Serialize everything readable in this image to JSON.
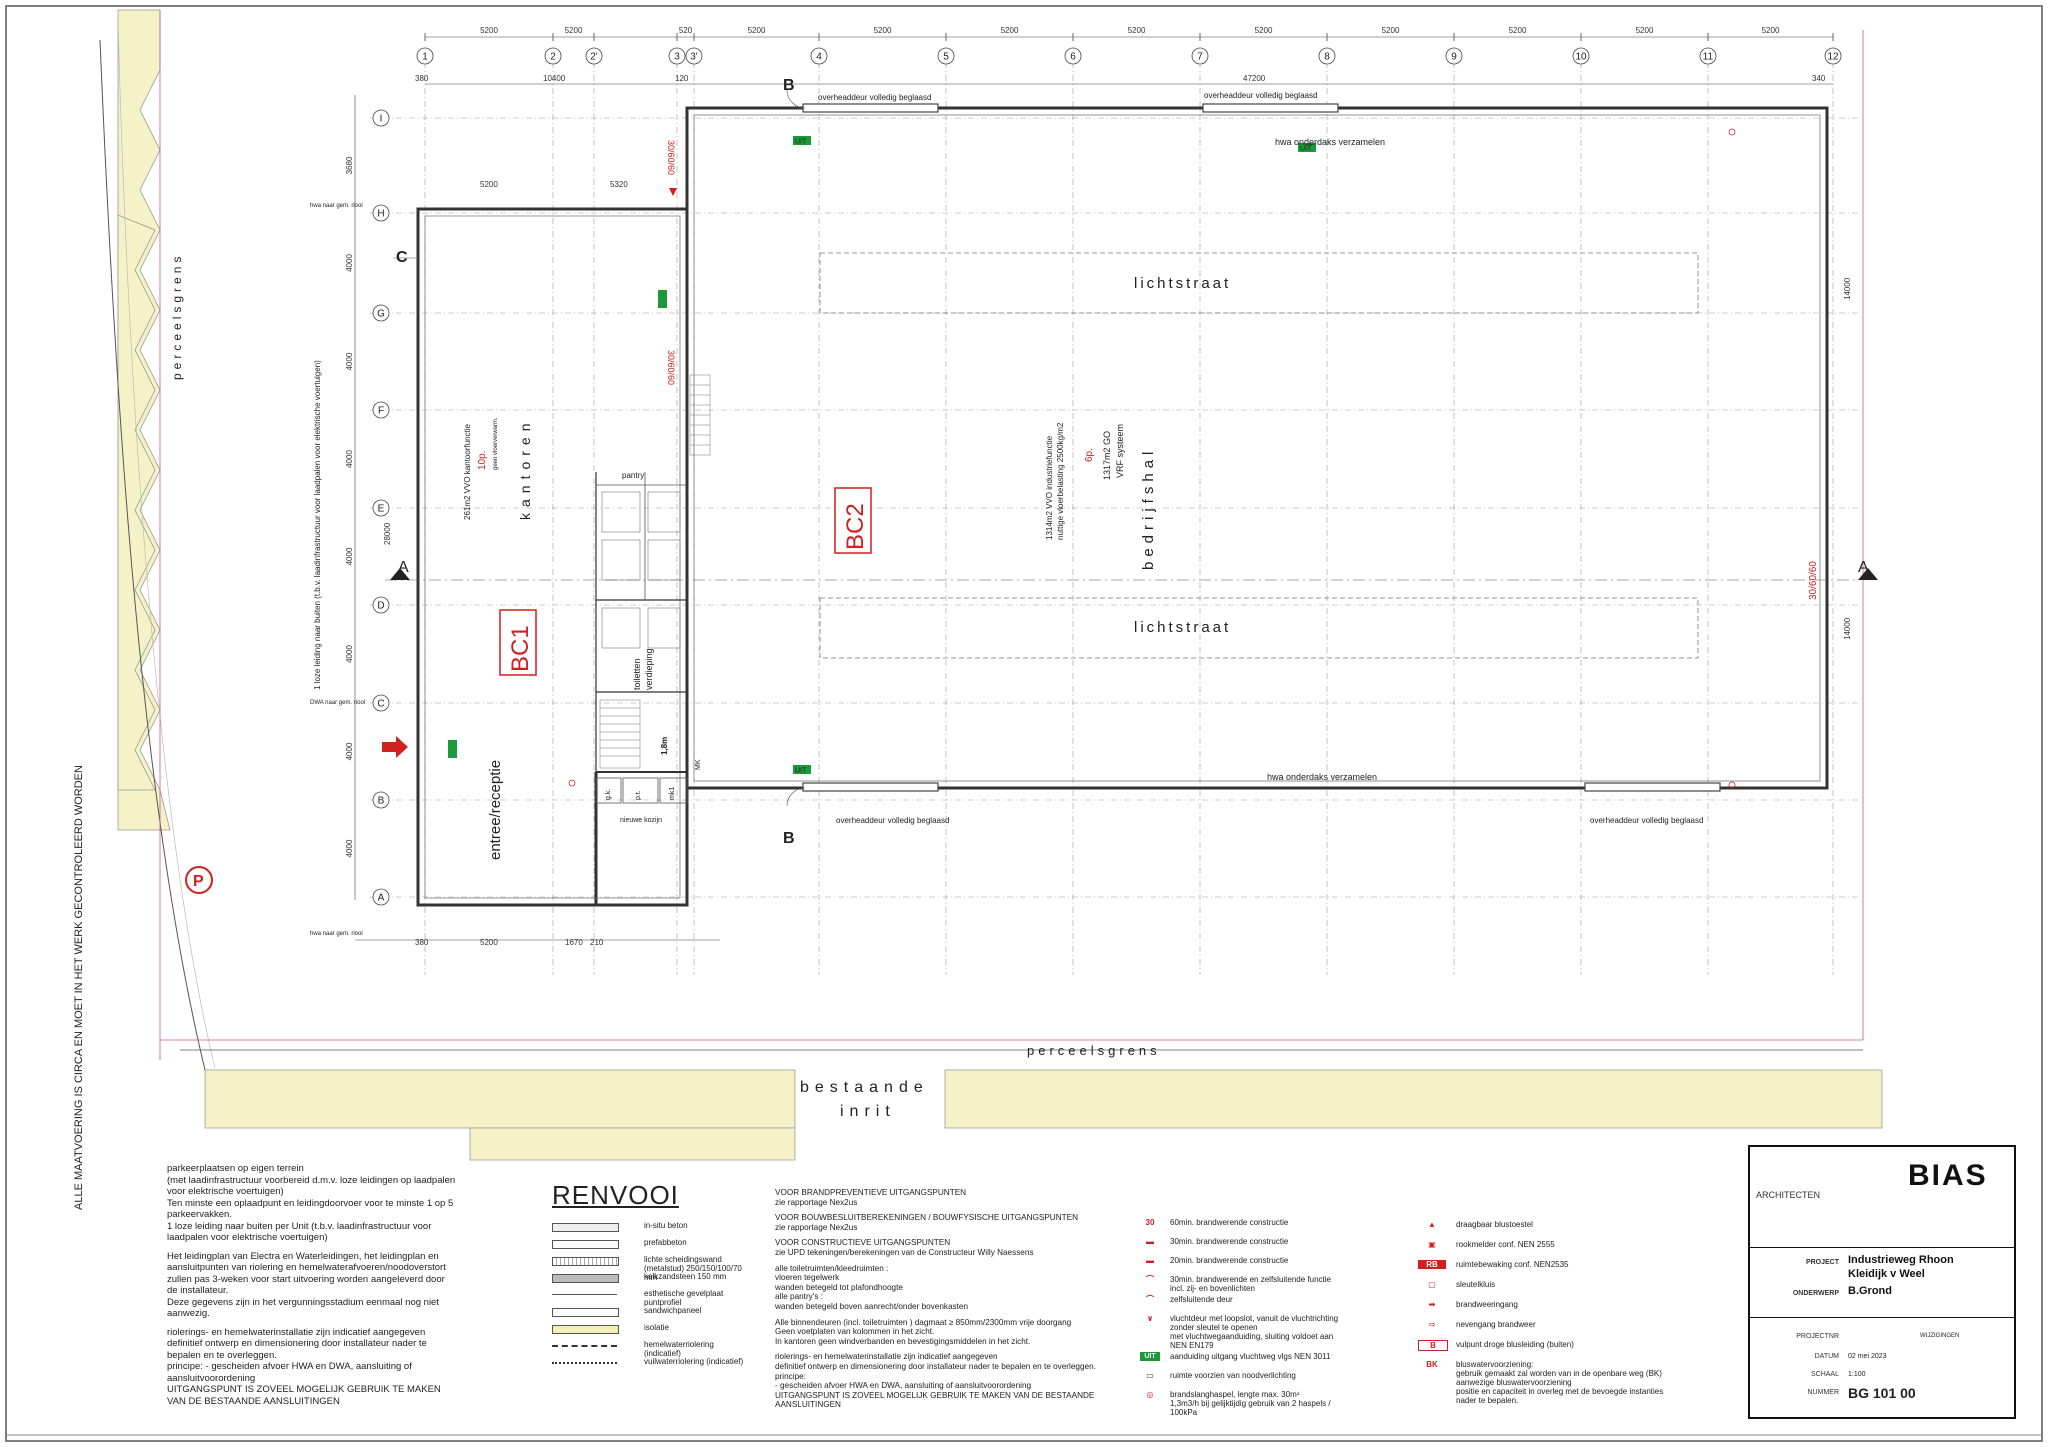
{
  "grid": {
    "columns": [
      "1",
      "2",
      "2'",
      "3",
      "3'",
      "4",
      "5",
      "6",
      "7",
      "8",
      "9",
      "10",
      "11",
      "12"
    ],
    "rows": [
      "I",
      "H",
      "G",
      "F",
      "E",
      "D",
      "C",
      "B",
      "A"
    ],
    "top_dims": [
      "5200",
      "5200",
      "520",
      "5200",
      "5200",
      "5200",
      "5200",
      "5200",
      "5200",
      "5200",
      "5200",
      "5200"
    ],
    "sub_dims": [
      "380",
      "10400",
      "120",
      "47200",
      "340"
    ],
    "left_dims": [
      "3680",
      "4000",
      "4000",
      "4000",
      "4000",
      "4000",
      "4000",
      "4000"
    ],
    "total_left": "28000",
    "office_dims": [
      "5200",
      "5320"
    ],
    "bottom_dims": [
      "380",
      "5200",
      "1670",
      "210"
    ],
    "right_dims": [
      "14000",
      "14000"
    ]
  },
  "sections": {
    "a": "A",
    "b": "B",
    "c": "C"
  },
  "labels": {
    "lichtstraat_top": "lichtstraat",
    "lichtstraat_bottom": "lichtstraat",
    "bedrijfshal": "bedrijfshal",
    "kantoren": "kantoren",
    "entree": "entree/receptie",
    "bc1": "BC1",
    "bc2": "BC2",
    "hall_info": "1314m2 VVO industriefunctie",
    "hall_load": "nuttige vloerbelasting 2500kg/m2",
    "hall_area": "1317m2 GO",
    "hall_vrf": "VRF systeem",
    "hall_people": "6p.",
    "office_info": "261m2 VVO kantoorfunctie",
    "office_people": "10p.",
    "office_go": "geen vloerverwarm.",
    "pantry": "pantry",
    "toiletten": "toiletten",
    "verdieping": "verdieping",
    "hwa_top": "hwa onderdaks verzamelen",
    "hwa_bottom": "hwa onderdaks verzamelen",
    "door_top_1": "overheaddeur volledig beglaasd",
    "door_top_2": "overheaddeur volledig beglaasd",
    "door_bottom_1": "overheaddeur volledig beglaasd",
    "door_bottom_2": "overheaddeur volledig beglaasd",
    "perceelsgrens_left": "perceelsgrens",
    "perceelsgrens_bottom": "perceelsgrens",
    "bestaande": "bestaande",
    "inrit": "inrit",
    "sixty_top": "30/60/60",
    "sixty_mid": "30/60/60",
    "sixty_right": "30/60/60",
    "uit": "UIT",
    "vertical_note": "ALLE MAATVOERING IS CIRCA EN MOET IN HET WERK GECONTROLEERD WORDEN",
    "loze_leiding": "1 loze leiding naar buiten (t.b.v. laadinfrastructuur voor laadpalen voor elektrische voertuigen)",
    "hwa_naar": "hwa naar gem. riool",
    "dwa_naar": "DWA naar gem. riool",
    "gk": "g.k.",
    "pt": "p.t.",
    "mk": "mk1",
    "nieuwe_kozijn": "nieuwe kozijn",
    "mk_label": "MK",
    "one_eight": "1,8m"
  },
  "notes": [
    "parkeerplaatsen op eigen terrein\n(met laadinfrastructuur voorbereid d.m.v. loze leidingen op laadpalen voor elektrische voertuigen)\nTen minste een oplaadpunt en leidingdoorvoer voor te minste 1 op 5 parkeervakken.\n1 loze leiding naar buiten per Unit (t.b.v. laadinfrastructuur voor laadpalen voor elektrische voertuigen)",
    "Het leidingplan van Electra en Waterleidingen, het leidingplan en aansluitpunten van riolering en hemelwaterafvoeren/noodoverstort zullen pas 3-weken voor start uitvoering worden aangeleverd door de installateur.\nDeze gegevens zijn in het vergunningsstadium eenmaal nog niet aanwezig.",
    "riolerings- en hemelwaterinstallatie zijn indicatief aangegeven\ndefinitief ontwerp en dimensionering door installateur nader te bepalen en te overleggen.\nprincipe: - gescheiden afvoer HWA en DWA, aansluiting of aansluitvoorordening\nUITGANGSPUNT IS ZOVEEL MOGELIJK GEBRUIK TE MAKEN VAN DE BESTAANDE AANSLUITINGEN"
  ],
  "renvooi": {
    "title": "RENVOOI",
    "items": [
      "in-situ beton",
      "prefabbeton",
      "lichte scheidingswand (metalstud) 250/150/100/70 mm",
      "kalkzandsteen 150 mm",
      "esthetische gevelplaat puntprofiel",
      "sandwichpaneel",
      "isolatie",
      "hemelwaterriolering (indicatief)",
      "vuilwaterriolering (indicatief)"
    ]
  },
  "mid_notes": [
    "VOOR BRANDPREVENTIEVE UITGANGSPUNTEN\nzie rapportage Nex2us",
    "VOOR BOUWBESLUITBEREKENINGEN / BOUWFYSISCHE UITGANGSPUNTEN\nzie rapportage Nex2us",
    "VOOR CONSTRUCTIEVE UITGANGSPUNTEN\nzie UPD tekeningen/berekeningen van de Constructeur Willy Naessens",
    "alle toiletruimten/kleedruimten :\nvloeren tegelwerk\nwanden betegeld tot plafondhoogte\nalle pantry's :\nwanden betegeld boven aanrecht/onder bovenkasten",
    "Alle binnendeuren (incl. toiletruimten ) dagmaat ≥ 850mm/2300mm vrije doorgang\nGeen voetplaten van kolommen in het zicht.\nIn kantoren geen windverbanden en bevestigingsmiddelen in het zicht.",
    "riolerings- en hemelwaterinstallatie zijn indicatief aangegeven\ndefinitief ontwerp en dimensionering door installateur nader te bepalen en te overleggen.\nprincipe:\n- gescheiden afvoer HWA en DWA, aansluiting of aansluitvoorordening\nUITGANGSPUNT IS ZOVEEL MOGELIJK GEBRUIK TE MAKEN VAN DE BESTAANDE AANSLUITINGEN"
  ],
  "legend_fire": [
    {
      "icon": "30",
      "text": "60min. brandwerende constructie"
    },
    {
      "icon": "",
      "text": "30min. brandwerende constructie"
    },
    {
      "icon": "",
      "text": "20min. brandwerende constructie"
    },
    {
      "icon": "",
      "text": "30min. brandwerende en zelfsluitende functie\nincl. zij- en bovenlichten"
    },
    {
      "icon": "",
      "text": "zelfsluitende deur"
    },
    {
      "icon": "",
      "text": "vluchtdeur met loopslot, vanuit de vluchtrichting zonder sleutel te openen\nmet vluchtwegaanduiding, sluiting voldoet aan NEN EN179"
    },
    {
      "icon": "UIT",
      "text": "aanduiding uitgang vluchtweg vlgs NEN 3011"
    },
    {
      "icon": "",
      "text": "ruimte voorzien van noodverlichting"
    },
    {
      "icon": "",
      "text": "brandslanghaspel, lengte max. 30m¹\n1,3m3/h bij gelijktijdig gebruik van 2 haspels / 100kPa"
    }
  ],
  "legend_right": [
    {
      "icon": "",
      "text": "draagbaar blustoestel"
    },
    {
      "icon": "",
      "text": "rookmelder conf. NEN 2555"
    },
    {
      "icon": "RB",
      "text": "ruimtebewaking conf. NEN2535"
    },
    {
      "icon": "",
      "text": "sleutelkluis"
    },
    {
      "icon": "",
      "text": "brandweeringang"
    },
    {
      "icon": "",
      "text": "nevengang brandweer"
    },
    {
      "icon": "B",
      "text": "vulpunt droge blusleiding (buiten)"
    },
    {
      "icon": "BK",
      "text": "bluswatervoorziening:\ngebruik gemaakt zal worden van in de openbare weg (BK) aanwezige bluswatervoorziening\npositie en capaciteit in overleg met de bevoegde instanties nader te bepalen."
    }
  ],
  "title_block": {
    "firm": "BIAS",
    "subtitle": "ARCHITECTEN",
    "project_key": "PROJECT",
    "project": "Industrieweg Rhoon",
    "project2": "Kleidijk v Weel",
    "subject_key": "ONDERWERP",
    "subject": "B.Grond",
    "projectnr_key": "PROJECTNR",
    "wijzigingen_key": "WIJZIGINGEN",
    "date_key": "DATUM",
    "date": "02 mei 2023",
    "scale_key": "SCHAAL",
    "scale": "1:100",
    "number_key": "NUMMER",
    "number": "BG 101 00"
  },
  "colors": {
    "zone": "#f5f2c7",
    "red": "#d21f1f",
    "green": "#1a9a3a",
    "grid": "#888888"
  }
}
